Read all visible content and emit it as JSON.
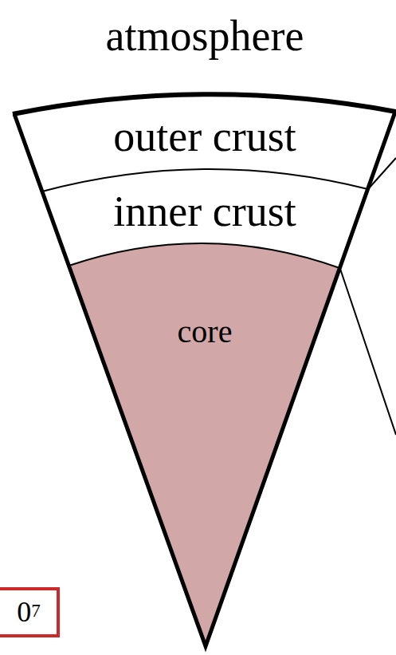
{
  "diagram": {
    "nodes": [
      {
        "text": [
          "outer crust"
        ]
      },
      {
        "text": [
          "inner crust"
        ]
      },
      {
        "text": [
          "core"
        ]
      },
      {
        "text": [
          "0",
          "7"
        ]
      }
    ],
    "labels": [
      "atmosphere"
    ]
  }
}
